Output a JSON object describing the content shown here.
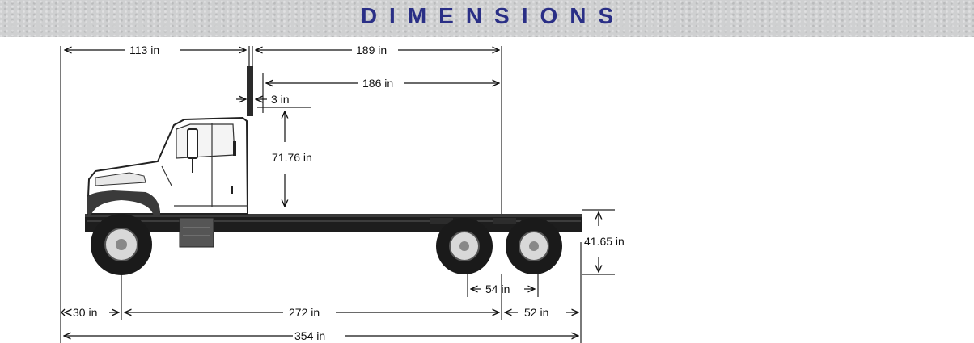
{
  "header": {
    "title": "DIMENSIONS"
  },
  "dimensions": {
    "front_to_back_of_cab": "113 in",
    "back_of_cab_to_end_of_frame": "189 in",
    "back_of_cab_to_rear_axle_center": "186 in",
    "exhaust_clearance": "3 in",
    "cab_height_above_frame": "71.76 in",
    "frame_height": "41.65 in",
    "tandem_spacing": "54 in",
    "front_overhang": "30 in",
    "wheelbase": "272 in",
    "rear_overhang": "52 in",
    "overall_length": "354 in"
  },
  "colors": {
    "title": "#2a2f86",
    "frame": "#1a1a1a",
    "cab": "#ffffff"
  }
}
